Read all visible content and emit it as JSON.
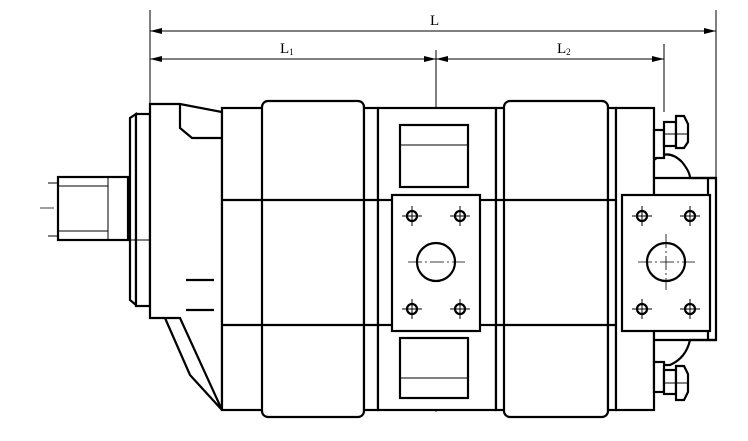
{
  "dimensions": {
    "overall": {
      "label": "L",
      "sub": ""
    },
    "first_section": {
      "label": "L",
      "sub": "1"
    },
    "second_section": {
      "label": "L",
      "sub": "2"
    }
  }
}
